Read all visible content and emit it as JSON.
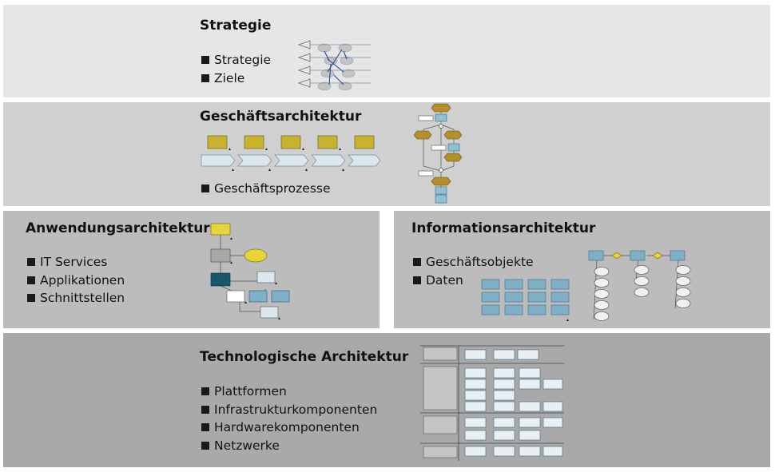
{
  "strategie": {
    "title": "Strategie",
    "items": [
      "Strategie",
      "Ziele"
    ]
  },
  "geschaeft": {
    "title": "Geschäftsarchitektur",
    "items": [
      "Geschäftsprozesse"
    ]
  },
  "anwendung": {
    "title": "Anwendungsarchitektur",
    "items": [
      "IT Services",
      "Applikationen",
      "Schnittstellen"
    ]
  },
  "info": {
    "title": "Informationsarchitektur",
    "items": [
      "Geschäftsobjekte",
      "Daten"
    ]
  },
  "tech": {
    "title": "Technologische Architektur",
    "items": [
      "Plattformen",
      "Infrastrukturkomponenten",
      "Hardwarekomponenten",
      "Netzwerke"
    ]
  },
  "colors": {
    "olive": "#c8b22e",
    "lightblue": "#a8c8d8",
    "midblue": "#7fb0c8",
    "darkteal": "#17586e",
    "yellow": "#e6d43a",
    "brownhex": "#b5902a"
  }
}
